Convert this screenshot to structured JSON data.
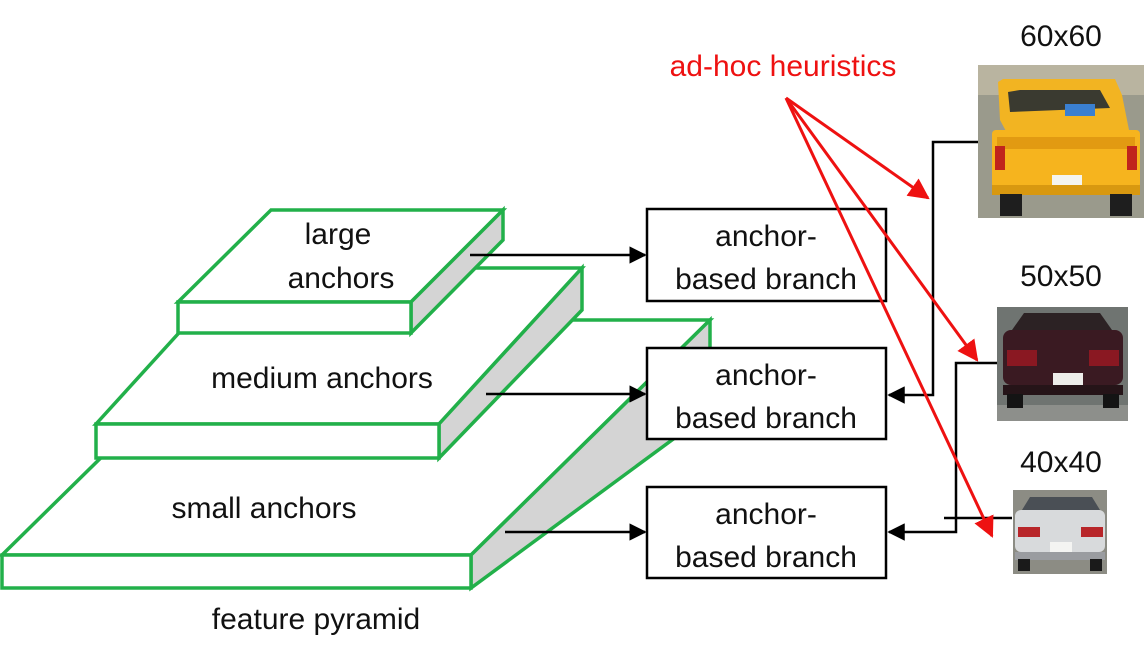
{
  "pyramid": {
    "caption": "feature pyramid",
    "levels": [
      {
        "id": "large",
        "line1": "large",
        "line2": "anchors"
      },
      {
        "id": "medium",
        "line1": "medium anchors"
      },
      {
        "id": "small",
        "line1": "small anchors"
      }
    ]
  },
  "branches": [
    {
      "line1": "anchor-",
      "line2": "based branch"
    },
    {
      "line1": "anchor-",
      "line2": "based branch"
    },
    {
      "line1": "anchor-",
      "line2": "based branch"
    }
  ],
  "heuristics_label": "ad-hoc heuristics",
  "samples": [
    {
      "size_label": "60x60",
      "description": "yellow pickup truck, rear view"
    },
    {
      "size_label": "50x50",
      "description": "dark red sedan, rear view"
    },
    {
      "size_label": "40x40",
      "description": "silver sedan, rear view"
    }
  ],
  "colors": {
    "pyramid_edge": "#22b04a",
    "pyramid_side": "#d4d4d4",
    "heuristics": "#ee1111",
    "arrows": "#000000"
  }
}
